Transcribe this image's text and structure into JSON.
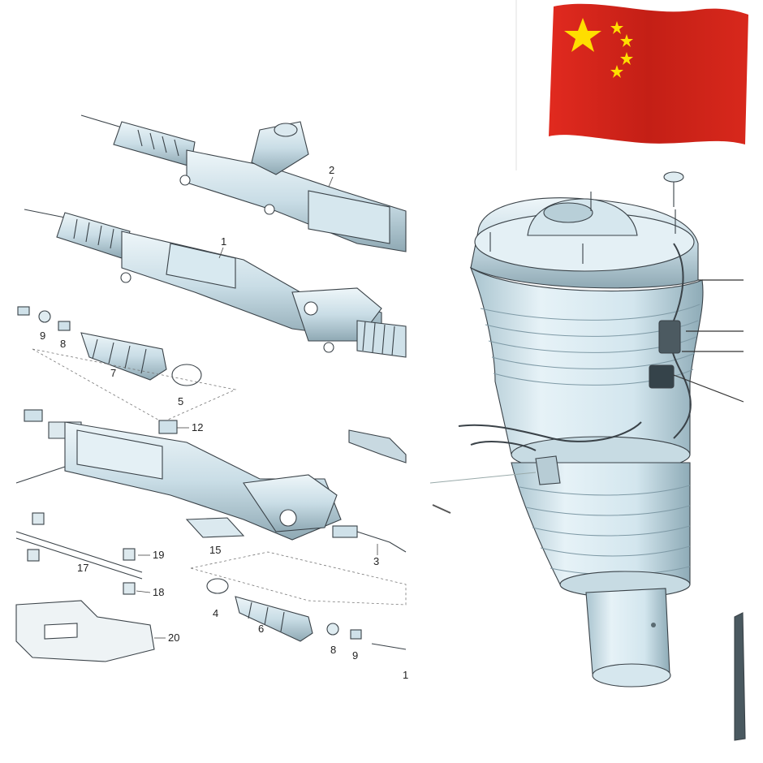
{
  "diagram": {
    "left_panel": {
      "callouts": [
        {
          "id": "c2",
          "label": "2"
        },
        {
          "id": "c1",
          "label": "1"
        },
        {
          "id": "c9a",
          "label": "9"
        },
        {
          "id": "c8a",
          "label": "8"
        },
        {
          "id": "c7",
          "label": "7"
        },
        {
          "id": "c5",
          "label": "5"
        },
        {
          "id": "c12",
          "label": "12"
        },
        {
          "id": "c19",
          "label": "19"
        },
        {
          "id": "c17",
          "label": "17"
        },
        {
          "id": "c18",
          "label": "18"
        },
        {
          "id": "c15",
          "label": "15"
        },
        {
          "id": "c3",
          "label": "3"
        },
        {
          "id": "c4",
          "label": "4"
        },
        {
          "id": "c6",
          "label": "6"
        },
        {
          "id": "c20",
          "label": "20"
        },
        {
          "id": "c8b",
          "label": "8"
        },
        {
          "id": "c9b",
          "label": "9"
        },
        {
          "id": "c1b",
          "label": "1"
        }
      ]
    },
    "flag": {
      "name": "China flag",
      "colors": {
        "field": "#d9261c",
        "stars": "#ffde00"
      }
    },
    "right_panel": {
      "name": "air suspension strut",
      "colors": {
        "body": "#cfe3ec",
        "shade": "#9fb9c4",
        "dark": "#3a4248"
      }
    }
  }
}
